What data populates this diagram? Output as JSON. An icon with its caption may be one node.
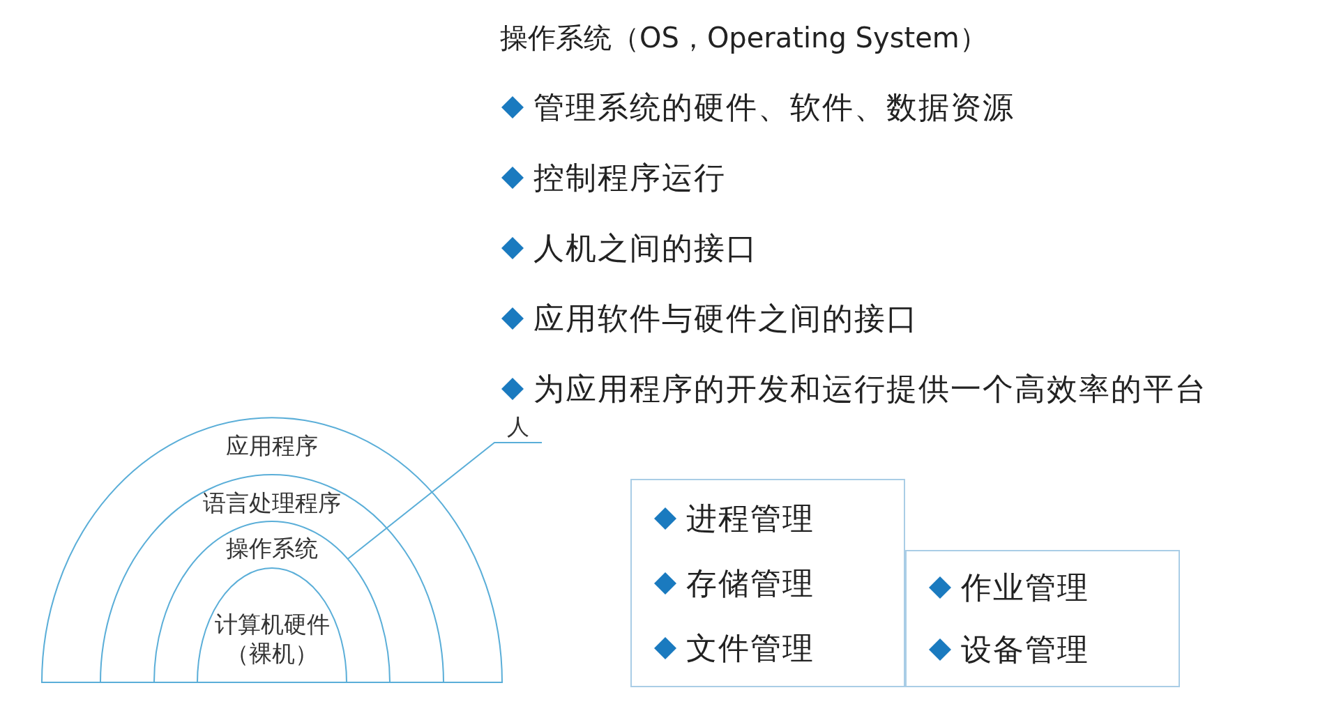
{
  "diagram": {
    "nodes": [
      {
        "text": [
          "应用程序"
        ]
      },
      {
        "text": [
          "语言处理程序"
        ],
        "in": 0
      },
      {
        "text": [
          "操作系统"
        ],
        "in": 1
      },
      {
        "text": [
          "计算机硬件（裸机）"
        ],
        "in": 2
      },
      {
        "text": [
          "人"
        ]
      },
      {
        "text": [
          "进程管理",
          "存储管理",
          "文件管理"
        ]
      },
      {
        "text": [
          "作业管理",
          "设备管理"
        ]
      }
    ],
    "edges": [
      {
        "from": 4,
        "to": 2,
        "arrow": "none"
      }
    ],
    "labels": [
      "操作系统（OS，Operating System）",
      "管理系统的硬件、软件、数据资源",
      "控制程序运行",
      "人机之间的接口",
      "应用软件与硬件之间的接口",
      "为应用程序的开发和运行提供一个高效率的平台"
    ]
  }
}
